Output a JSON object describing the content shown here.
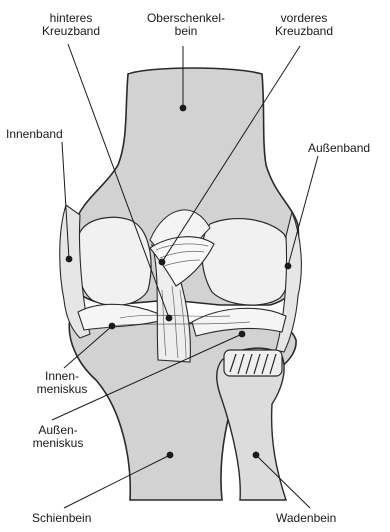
{
  "labels": {
    "hinteres_kreuzband": [
      "hinteres",
      "Kreuzband"
    ],
    "oberschenkelbein": [
      "Oberschenkel-",
      "bein"
    ],
    "vorderes_kreuzband": [
      "vorderes",
      "Kreuzband"
    ],
    "innenband": "Innenband",
    "aussenband": "Außenband",
    "innenmeniskus": [
      "Innen-",
      "meniskus"
    ],
    "aussenmeniskus": [
      "Außen-",
      "meniskus"
    ],
    "schienbein": "Schienbein",
    "wadenbein": "Wadenbein"
  },
  "colors": {
    "bone_fill": "#d2d2d2",
    "outline": "#2a2a2a",
    "highlight": "#f2f2f2",
    "background": "#ffffff"
  }
}
